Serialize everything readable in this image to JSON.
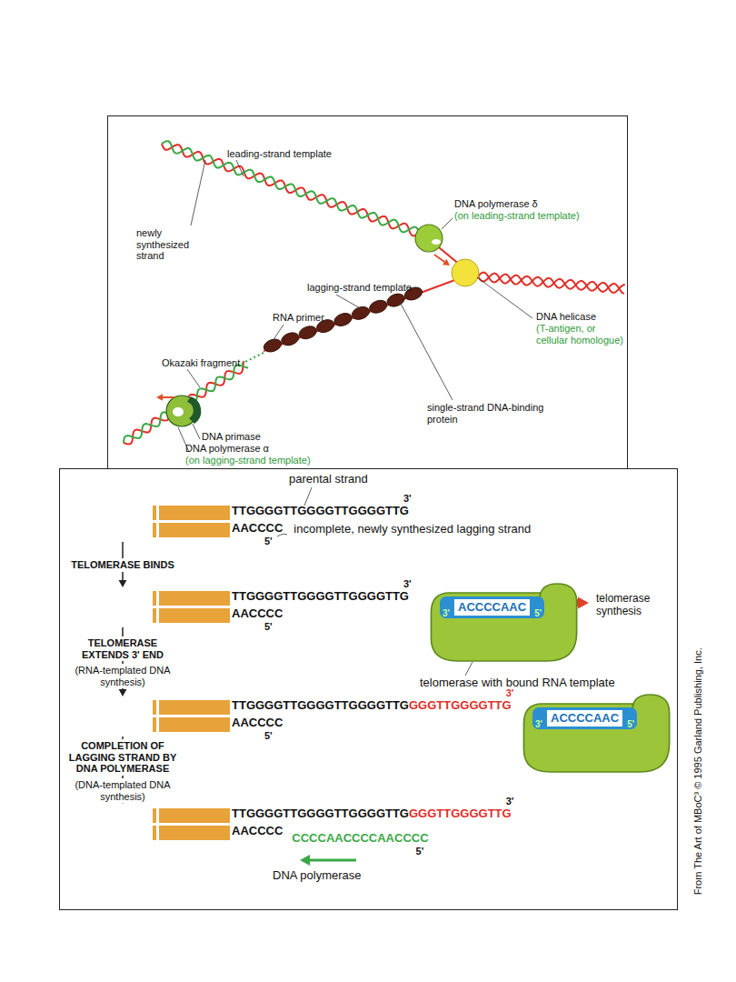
{
  "diagram": {
    "nodes": [
      {
        "text": [
          "ACCCCAAC",
          "3'",
          "5'"
        ]
      },
      {
        "text": [
          "ACCCCAAC",
          "3'",
          "5'"
        ]
      }
    ],
    "labels": [
      "leading-strand template",
      "newly synthesized strand",
      "DNA polymerase δ",
      "(on leading-strand template)",
      "lagging-strand template",
      "RNA primer",
      "Okazaki fragment",
      "DNA helicase",
      "(T-antigen, or cellular homologue)",
      "single-strand DNA-binding protein",
      "DNA primase",
      "DNA polymerase α",
      "(on lagging-strand template)",
      "parental strand",
      "TTGGGGTTGGGGTTGGGGTTG",
      "3'",
      "AACCCC",
      "5'",
      "incomplete, newly synthesized lagging strand",
      "TELOMERASE BINDS",
      "TTGGGGTTGGGGTTGGGGTTG",
      "3'",
      "AACCCC",
      "5'",
      "telomerase synthesis",
      "telomerase with bound RNA template",
      "TELOMERASE EXTENDS 3' END",
      "(RNA-templated DNA synthesis)",
      "TTGGGGTTGGGGTTGGGGTTG",
      "GGGTTGGGGTTG",
      "3'",
      "AACCCC",
      "5'",
      "COMPLETION OF LAGGING STRAND BY DNA POLYMERASE",
      "(DNA-templated DNA synthesis)",
      "TTGGGGTTGGGGTTGGGGTTG",
      "GGGTTGGGGTTG",
      "3'",
      "AACCCC",
      "CCCCAACCCCAACCCC",
      "5'",
      "DNA polymerase",
      "From The Art of MBoC³ © 1995 Garland Publishing, Inc."
    ]
  }
}
